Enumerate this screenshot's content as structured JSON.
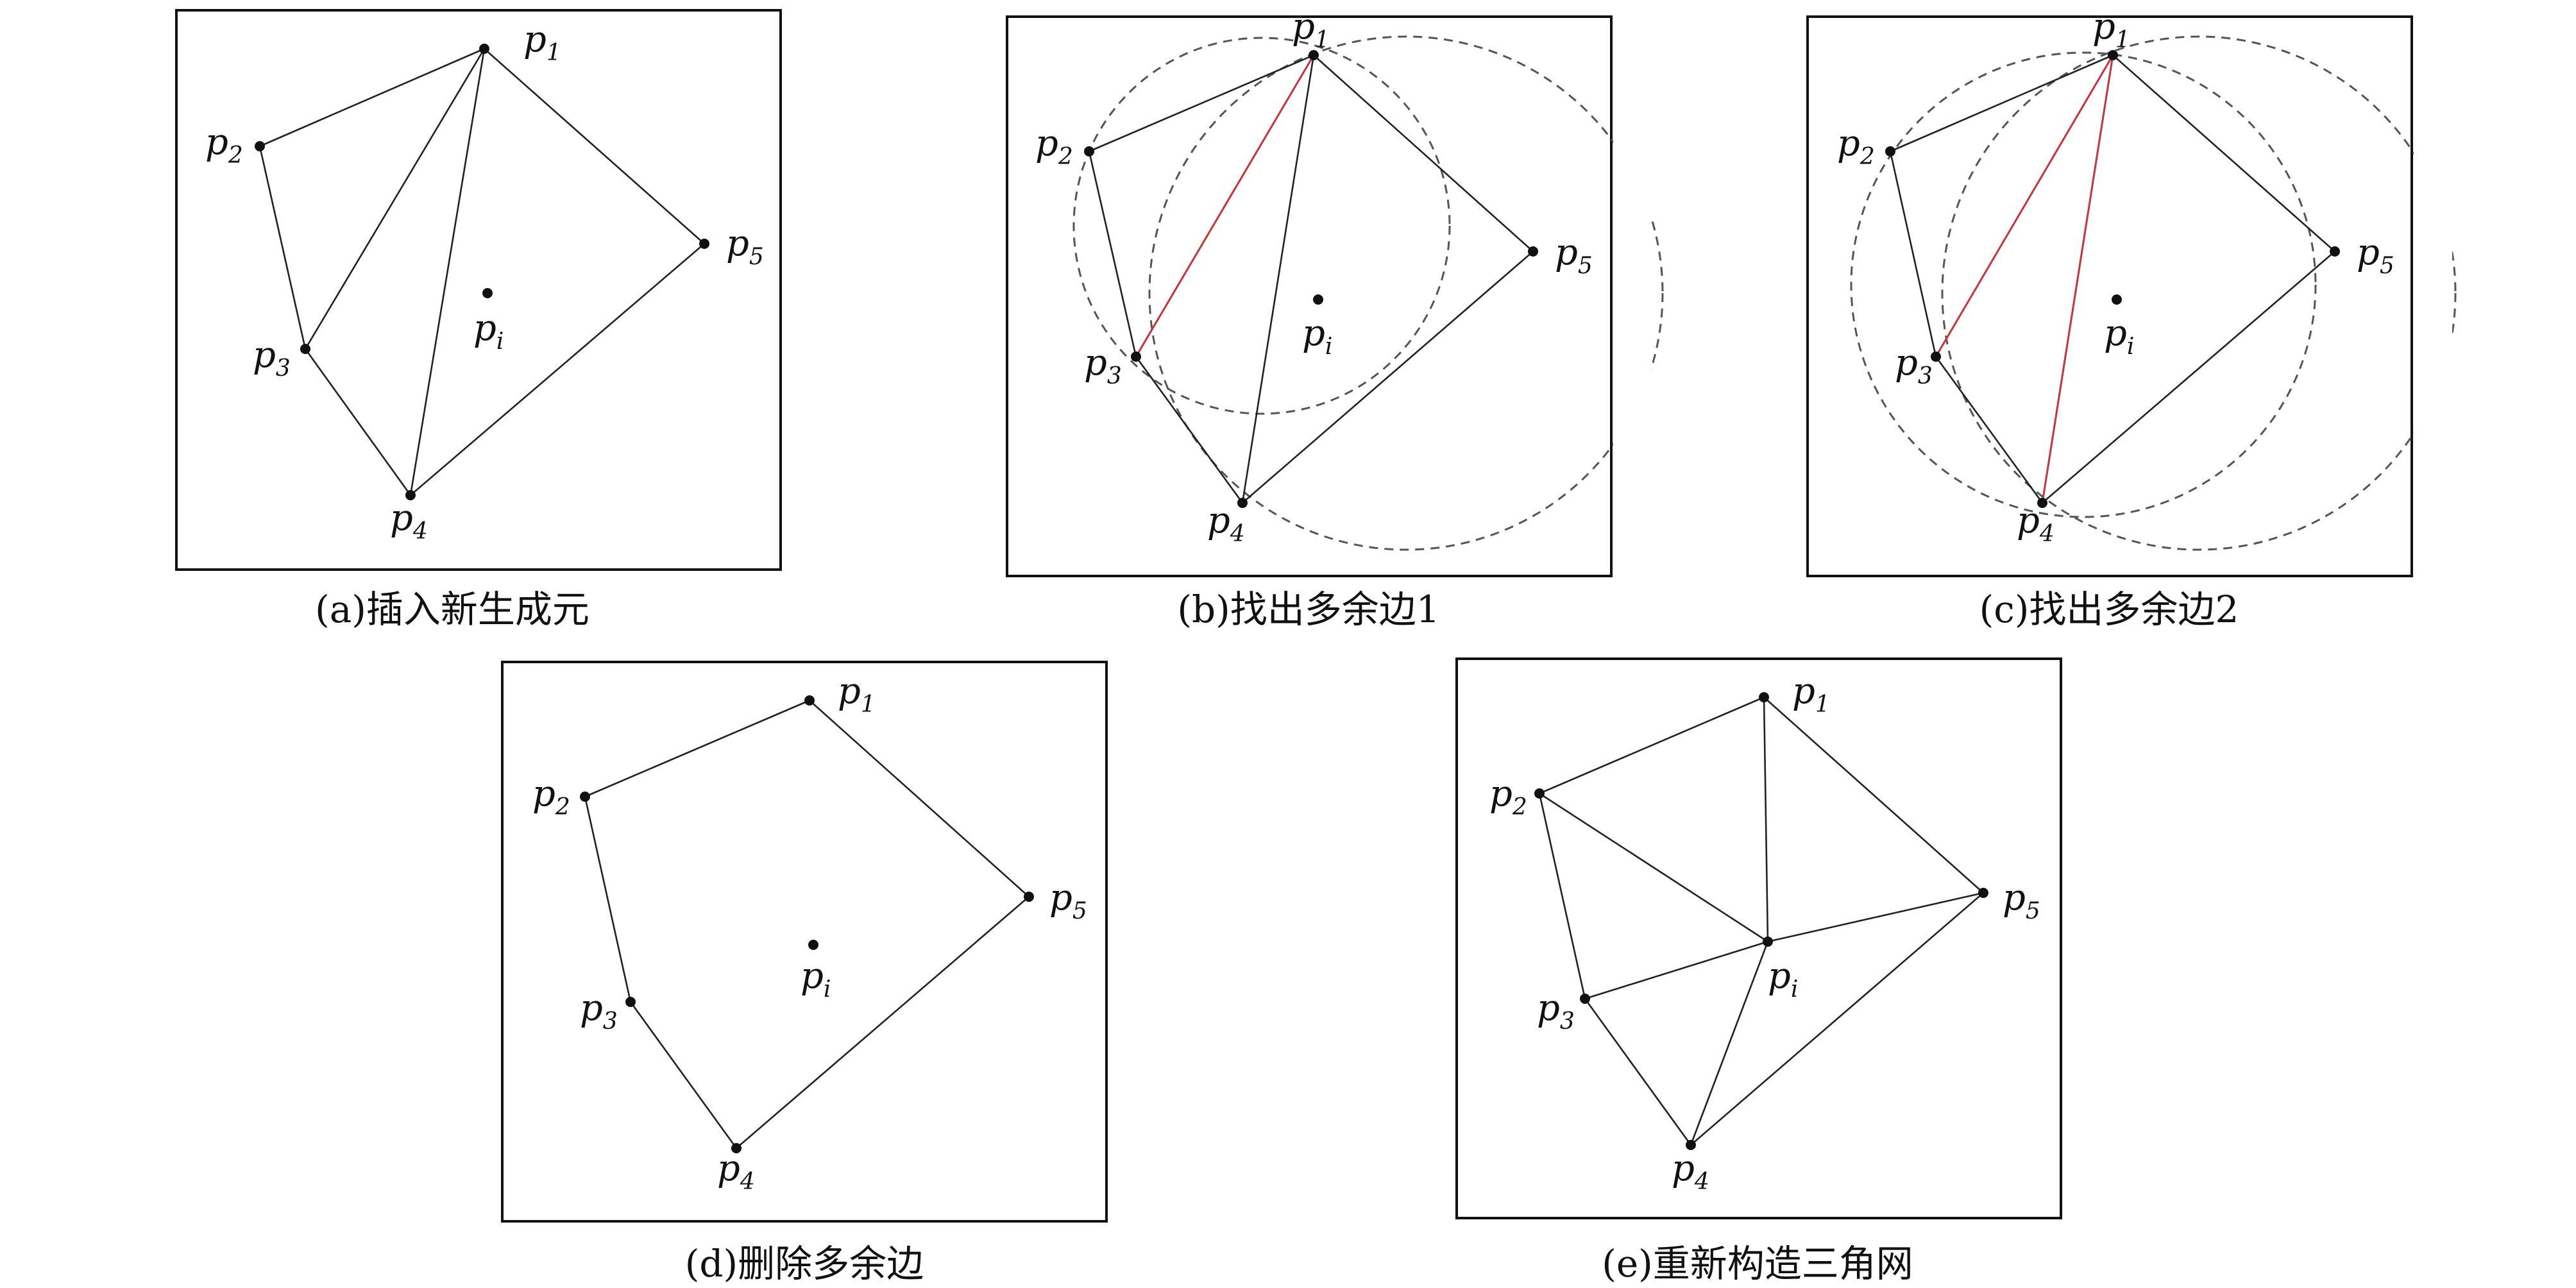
{
  "panels": [
    {
      "caption": "(a)插入新生成元"
    },
    {
      "caption": "(b)找出多余边1"
    },
    {
      "caption": "(c)找出多余边2"
    },
    {
      "caption": "(d)删除多余边"
    },
    {
      "caption": "(e)重新构造三角网"
    }
  ],
  "points": [
    {
      "id": "p1",
      "letter": "p",
      "sub": "1"
    },
    {
      "id": "p2",
      "letter": "p",
      "sub": "2"
    },
    {
      "id": "p3",
      "letter": "p",
      "sub": "3"
    },
    {
      "id": "p4",
      "letter": "p",
      "sub": "4"
    },
    {
      "id": "p5",
      "letter": "p",
      "sub": "5"
    },
    {
      "id": "pi",
      "letter": "p",
      "sub": "i"
    }
  ],
  "colors": {
    "line": "#222222",
    "highlight": "#c8333a",
    "circle": "#555555"
  }
}
